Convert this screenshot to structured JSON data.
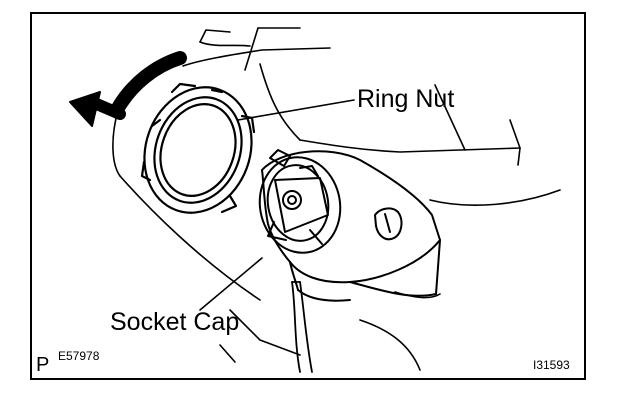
{
  "labels": {
    "ring_nut": "Ring Nut",
    "socket_cap": "Socket Cap",
    "page_mark": "P",
    "figure_code": "E57978",
    "illustration_code": "I31593"
  },
  "colors": {
    "ink": "#000000",
    "paper": "#ffffff"
  },
  "icons": {
    "direction_arrow": "counterclockwise-arrow"
  }
}
